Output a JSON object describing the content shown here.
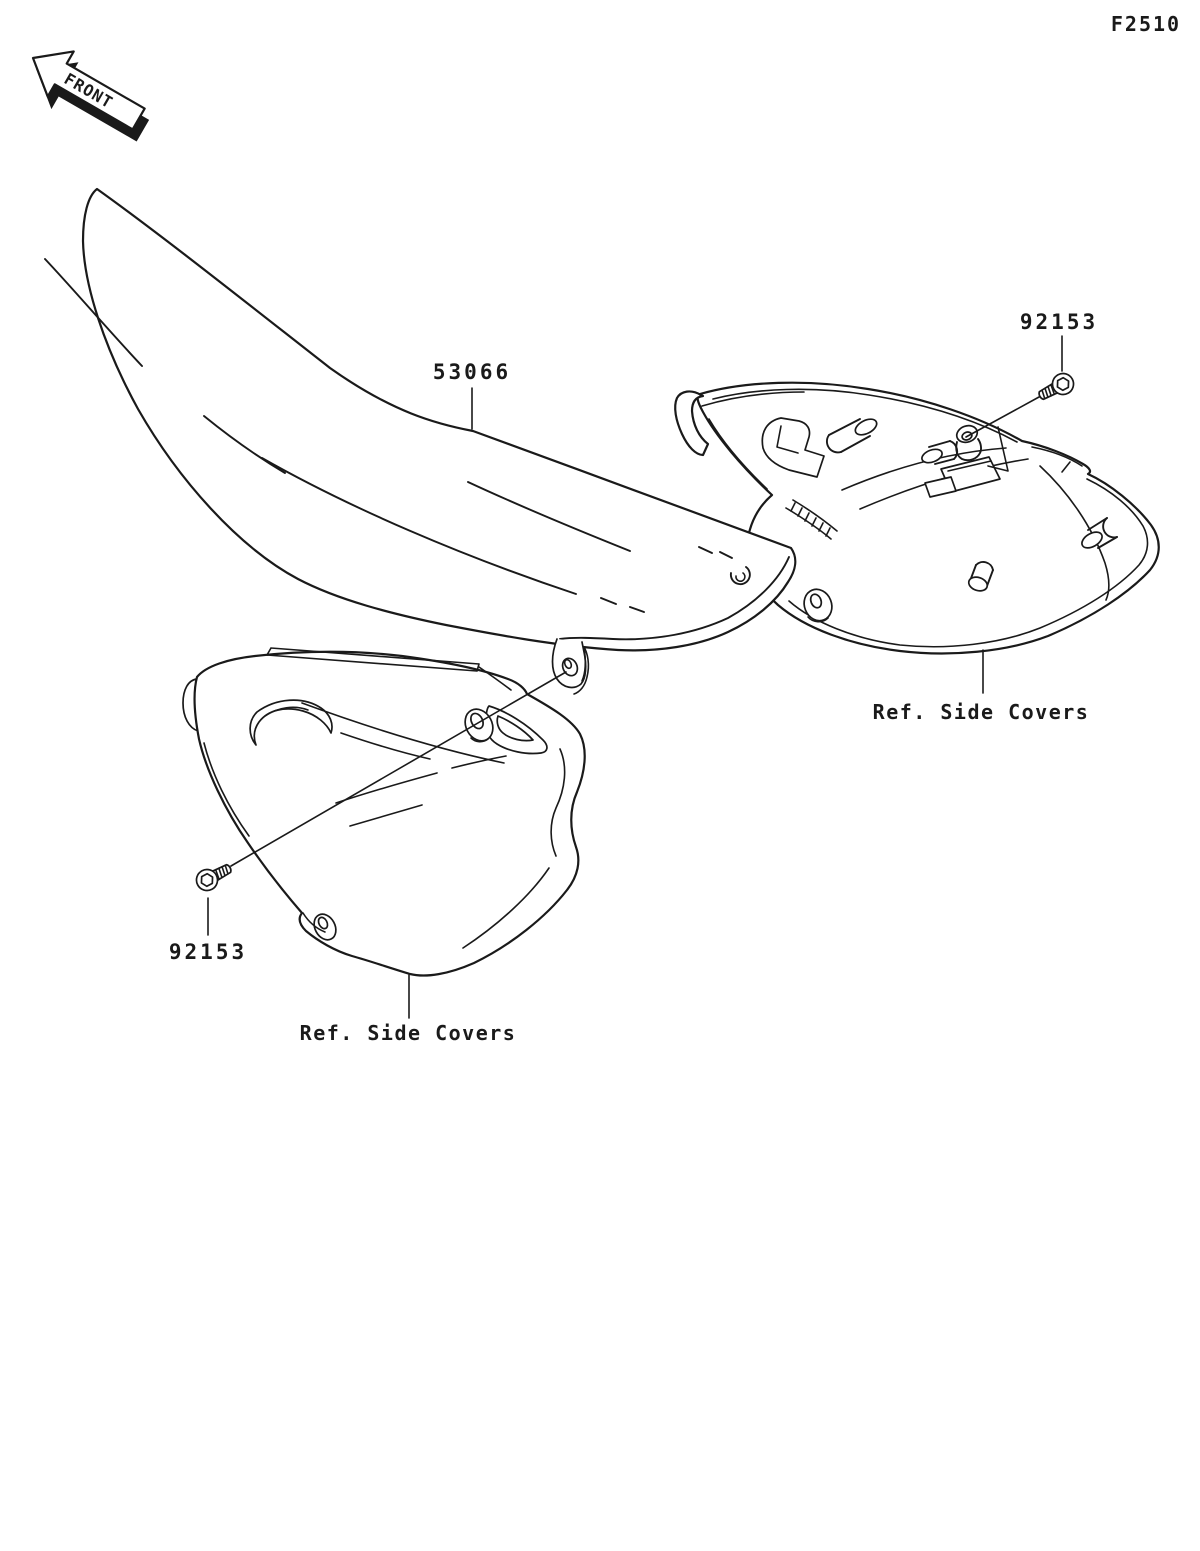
{
  "figure": {
    "code": "F2510"
  },
  "front_indicator": {
    "label": "FRONT"
  },
  "labels": {
    "seat_part_number": "53066",
    "upper_screw_part_number": "92153",
    "lower_screw_part_number": "92153",
    "ref_side_covers_right": "Ref. Side Covers",
    "ref_side_covers_lower": "Ref. Side Covers"
  },
  "colors": {
    "background": "#ffffff",
    "line": "#1a1a1a"
  }
}
